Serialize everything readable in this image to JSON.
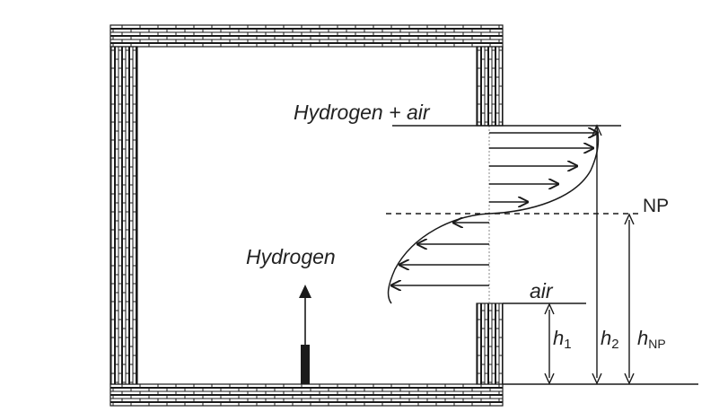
{
  "labels": {
    "hydrogen_air": "Hydrogen + air",
    "hydrogen": "Hydrogen",
    "air": "air",
    "np": "NP",
    "h1_base": "h",
    "h1_sub": "1",
    "h2_base": "h",
    "h2_sub": "2",
    "hnp_base": "h",
    "hnp_sub": "NP"
  },
  "colors": {
    "ink": "#1a1a1a",
    "brick_fill": "#ffffff",
    "background": "#ffffff"
  },
  "elements": {
    "walls": "brick-wall",
    "source": "hydrogen-source-nozzle"
  }
}
